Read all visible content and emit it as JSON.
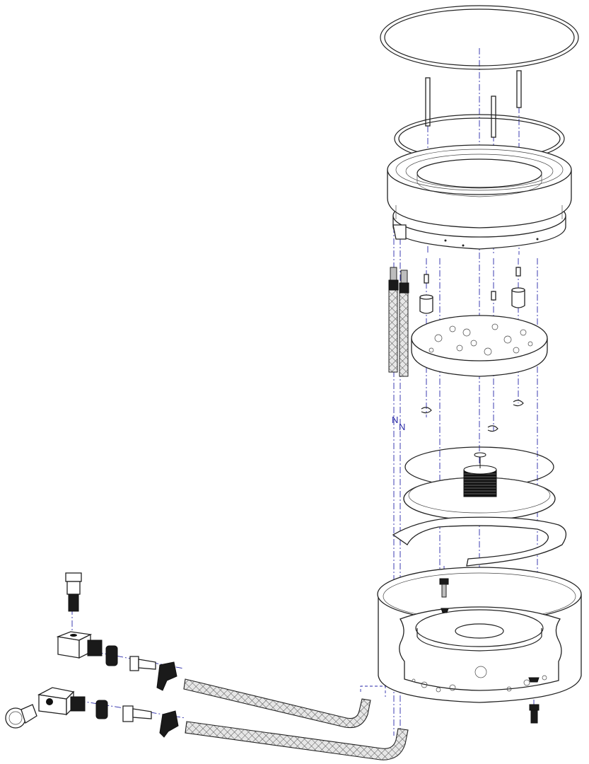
{
  "diagram": {
    "kind": "exploded-assembly-drawing",
    "callouts": [
      {
        "id": "left-hose-end",
        "text": "N"
      },
      {
        "id": "right-hose-end",
        "text": "N"
      }
    ],
    "colors": {
      "linework": "#222222",
      "centerlines": "#2a2aa8",
      "background": "#ffffff",
      "hose_fill": "#bdbdbd"
    }
  }
}
